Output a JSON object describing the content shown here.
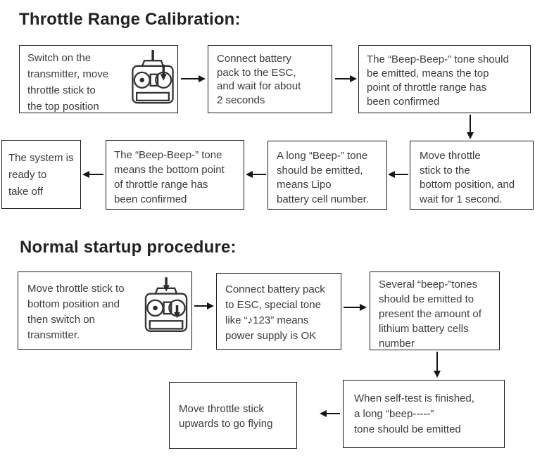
{
  "colors": {
    "background": "#ffffff",
    "text": "#3b3b3b",
    "title": "#222222",
    "border": "#1c1c1c",
    "arrow": "#151515"
  },
  "icons": {
    "calibration_transmitter": "transmitter-throttle-top-icon",
    "startup_transmitter": "transmitter-throttle-bottom-icon"
  },
  "sections": [
    {
      "title": "Throttle Range Calibration:",
      "steps": [
        {
          "text": "Switch on the\ntransmitter, move\nthrottle stick to\nthe top position"
        },
        {
          "text": "Connect battery\npack to the ESC,\nand wait for about\n2 seconds"
        },
        {
          "text": "The “Beep-Beep-” tone should\nbe emitted, means the top\npoint of throttle range has\nbeen confirmed"
        },
        {
          "text": "Move throttle\nstick to the\nbottom position, and\nwait for 1 second."
        },
        {
          "text": "A long “Beep-” tone\nshould be emitted,\nmeans Lipo\nbattery cell number."
        },
        {
          "text": "The “Beep-Beep-” tone\nmeans the bottom point\nof throttle range has\nbeen confirmed"
        },
        {
          "text": "The system is\nready to\ntake off"
        }
      ]
    },
    {
      "title": "Normal startup procedure:",
      "steps": [
        {
          "text": "Move throttle stick to\nbottom position and\nthen switch on\ntransmitter."
        },
        {
          "text": "Connect battery pack\nto ESC, special tone\nlike “♪123” means\npower supply is OK"
        },
        {
          "text": "Several “beep-”tones\nshould be emitted to\npresent the amount of\nlithium battery cells\nnumber"
        },
        {
          "text": "When self-test is finished,\na long “beep-----”\ntone should be emitted"
        },
        {
          "text": "Move throttle stick\nupwards to go flying"
        }
      ]
    }
  ]
}
